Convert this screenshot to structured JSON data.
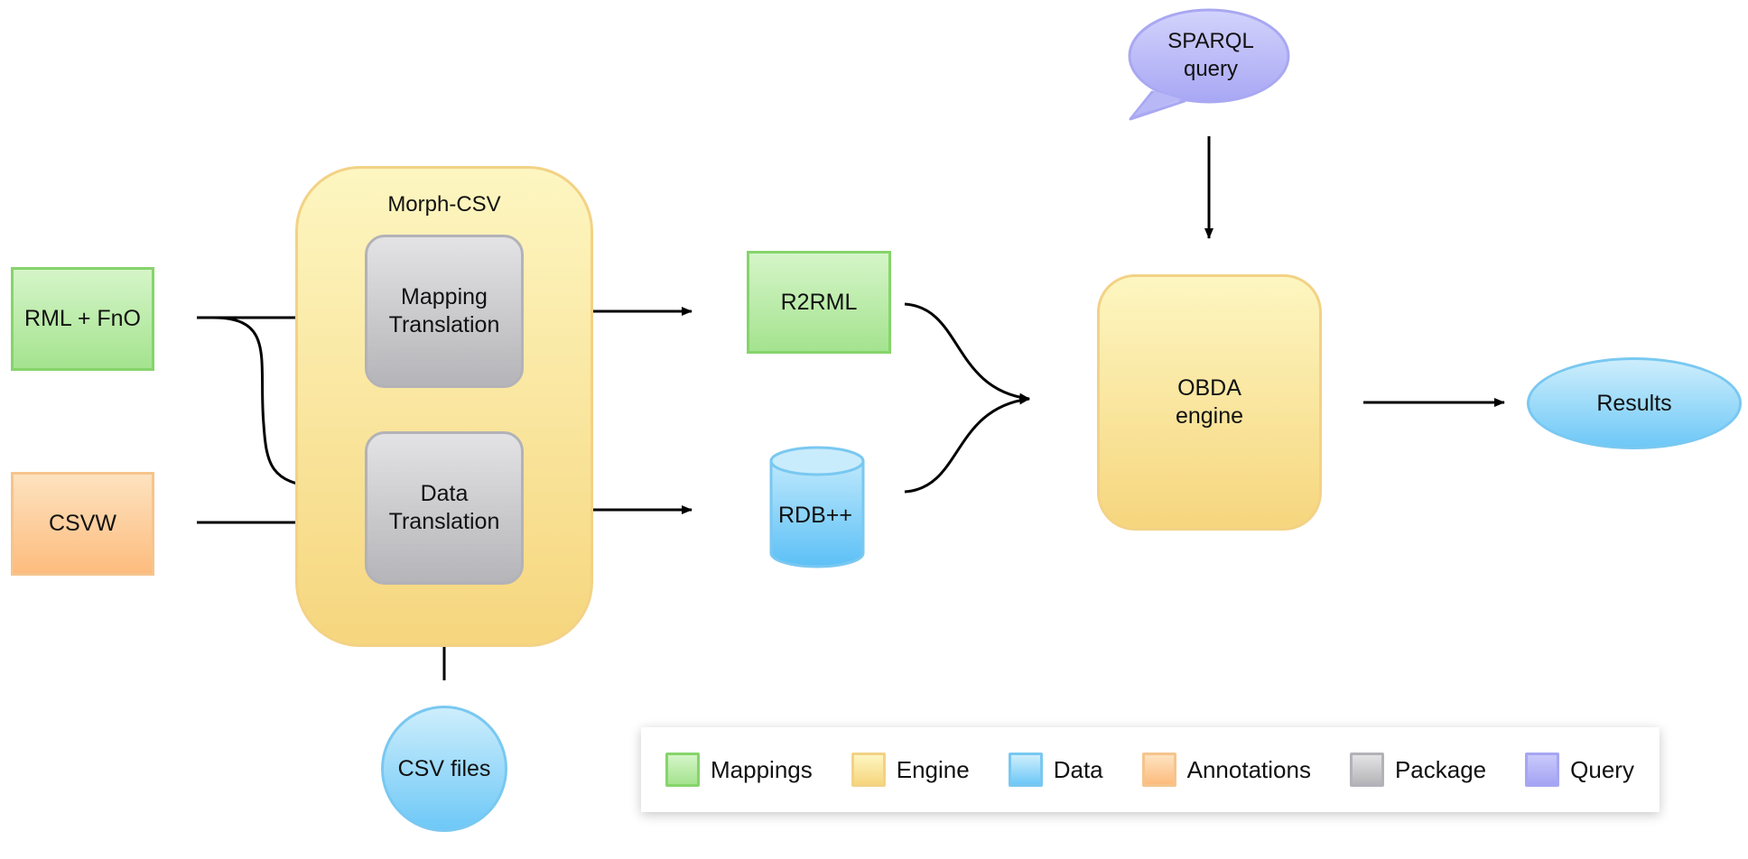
{
  "diagram": {
    "container": {
      "label": "Morph-CSV"
    },
    "nodes": {
      "rml_fno": "RML + FnO",
      "csvw": "CSVW",
      "mapping_translation": "Mapping\nTranslation",
      "data_translation": "Data\nTranslation",
      "csv_files": "CSV files",
      "r2rml": "R2RML",
      "rdb": "RDB++",
      "sparql_query": "SPARQL\nquery",
      "obda_engine": "OBDA\nengine",
      "results": "Results"
    },
    "edges": [
      {
        "from": "RML + FnO",
        "to": "Mapping\nTranslation"
      },
      {
        "from": "RML + FnO",
        "to": "Data\nTranslation"
      },
      {
        "from": "CSVW",
        "to": "Data\nTranslation"
      },
      {
        "from": "CSV files",
        "to": "Data\nTranslation"
      },
      {
        "from": "Mapping\nTranslation",
        "to": "R2RML"
      },
      {
        "from": "Data\nTranslation",
        "to": "RDB++"
      },
      {
        "from": "R2RML",
        "to": "OBDA\nengine"
      },
      {
        "from": "RDB++",
        "to": "OBDA\nengine"
      },
      {
        "from": "SPARQL\nquery",
        "to": "OBDA\nengine"
      },
      {
        "from": "OBDA\nengine",
        "to": "Results"
      }
    ]
  },
  "legend": {
    "items": [
      {
        "label": "Mappings",
        "color": "#a4e38f"
      },
      {
        "label": "Engine",
        "color": "#f6d67e"
      },
      {
        "label": "Data",
        "color": "#6ec8f7"
      },
      {
        "label": "Annotations",
        "color": "#fdbc7e"
      },
      {
        "label": "Package",
        "color": "#b5b5b9"
      },
      {
        "label": "Query",
        "color": "#a5a4f4"
      }
    ]
  }
}
